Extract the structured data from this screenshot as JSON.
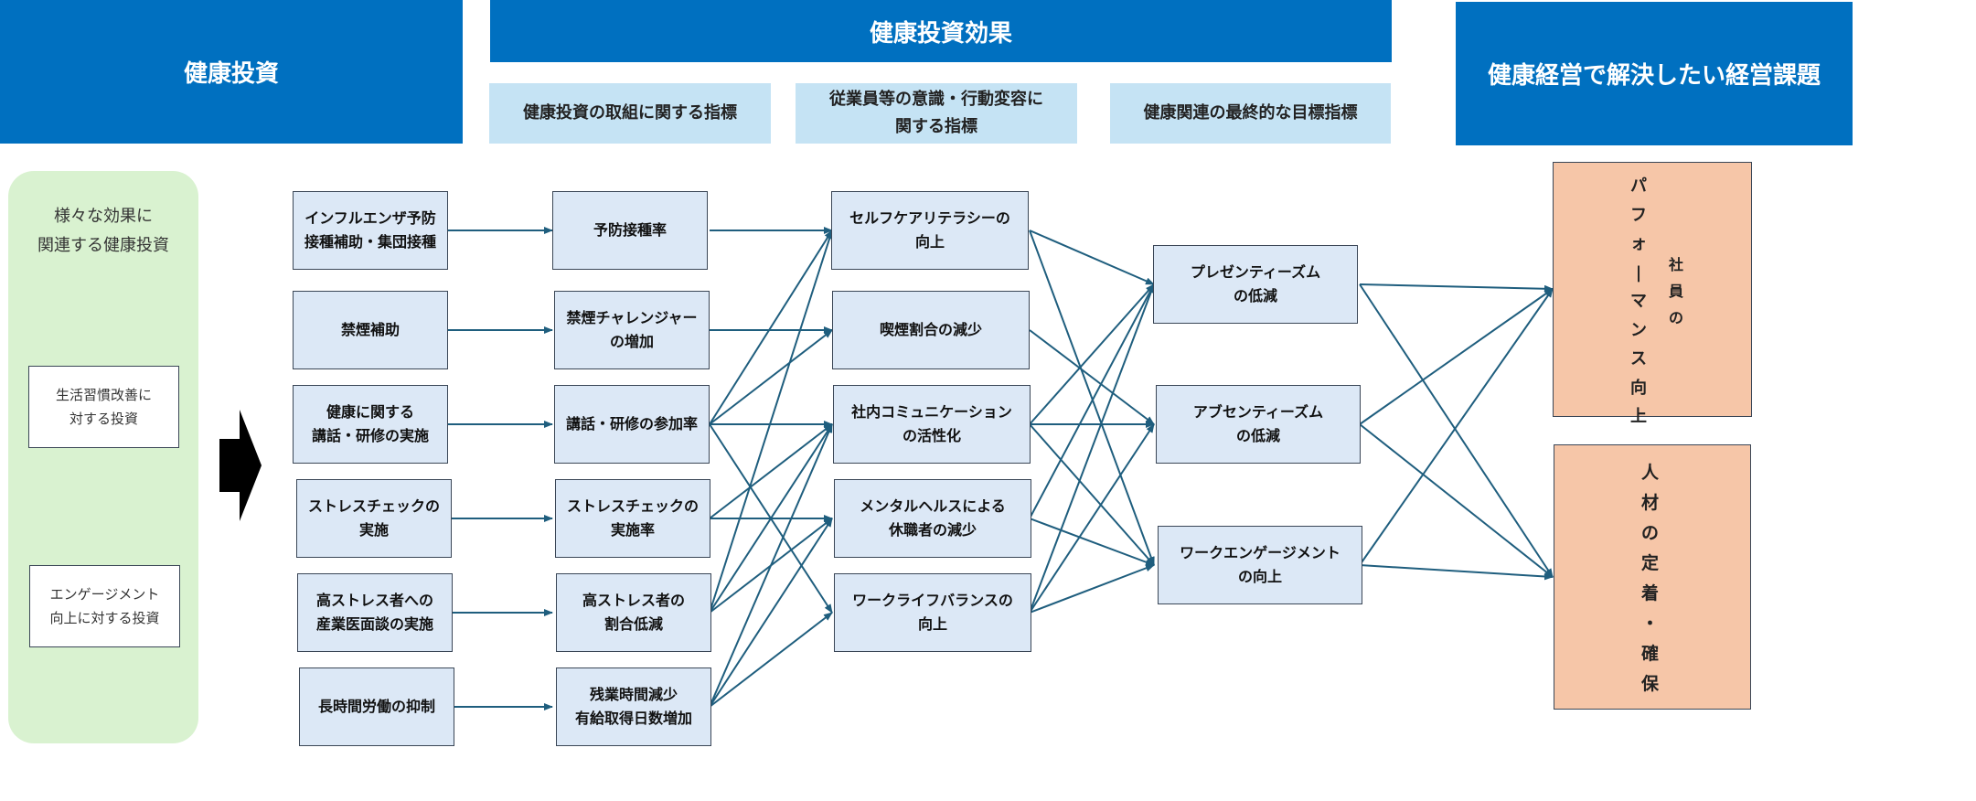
{
  "headers": {
    "investment": "健康投資",
    "effect": "健康投資効果",
    "issues": "健康経営で解決したい経営課題"
  },
  "subheaders": {
    "efforts": "健康投資の取組に関する指標",
    "behavior": "従業員等の意識・行動変容に\n関する指標",
    "final": "健康関連の最終的な目標指標"
  },
  "left_panel": {
    "title": "様々な効果に\n関連する健康投資",
    "lifestyle": "生活習慣改善に\n対する投資",
    "engagement": "エンゲージメント\n向上に対する投資"
  },
  "investments": [
    "インフルエンザ予防\n接種補助・集団接種",
    "禁煙補助",
    "健康に関する\n講話・研修の実施",
    "ストレスチェックの\n実施",
    "高ストレス者への\n産業医面談の実施",
    "長時間労働の抑制"
  ],
  "effort_indicators": [
    "予防接種率",
    "禁煙チャレンジャー\nの増加",
    "講話・研修の参加率",
    "ストレスチェックの\n実施率",
    "高ストレス者の\n割合低減",
    "残業時間減少\n有給取得日数増加"
  ],
  "behavior_indicators": [
    "セルフケアリテラシーの\n向上",
    "喫煙割合の減少",
    "社内コミュニケーション\nの活性化",
    "メンタルヘルスによる\n休職者の減少",
    "ワークライフバランスの\n向上"
  ],
  "final_indicators": [
    "プレゼンティーズム\nの低減",
    "アブセンティーズム\nの低減",
    "ワークエンゲージメント\nの向上"
  ],
  "issues": {
    "performance_main": "パフォーマンス向上",
    "performance_side": "社員の",
    "talent": "人材の定着・確保"
  },
  "colors": {
    "header": "#0070C0",
    "subheader": "#C5E3F4",
    "box": "#DCE8F6",
    "issue_box": "#F6C6A8",
    "left_panel": "#D9F2D0",
    "arrow": "#1F5E7E"
  },
  "links": {
    "investment_to_effort": [
      [
        0,
        0
      ],
      [
        1,
        1
      ],
      [
        2,
        2
      ],
      [
        3,
        3
      ],
      [
        4,
        4
      ],
      [
        5,
        5
      ]
    ],
    "effort_to_behavior": [
      [
        0,
        0
      ],
      [
        1,
        1
      ],
      [
        2,
        0
      ],
      [
        2,
        1
      ],
      [
        2,
        2
      ],
      [
        2,
        4
      ],
      [
        3,
        2
      ],
      [
        3,
        3
      ],
      [
        4,
        0
      ],
      [
        4,
        2
      ],
      [
        4,
        3
      ],
      [
        5,
        2
      ],
      [
        5,
        3
      ],
      [
        5,
        4
      ]
    ],
    "behavior_to_final": [
      [
        0,
        0
      ],
      [
        0,
        2
      ],
      [
        1,
        1
      ],
      [
        2,
        0
      ],
      [
        2,
        1
      ],
      [
        2,
        2
      ],
      [
        3,
        0
      ],
      [
        3,
        2
      ],
      [
        4,
        0
      ],
      [
        4,
        1
      ],
      [
        4,
        2
      ]
    ],
    "final_to_issue": [
      [
        0,
        0
      ],
      [
        0,
        1
      ],
      [
        1,
        0
      ],
      [
        1,
        1
      ],
      [
        2,
        0
      ],
      [
        2,
        1
      ]
    ]
  }
}
